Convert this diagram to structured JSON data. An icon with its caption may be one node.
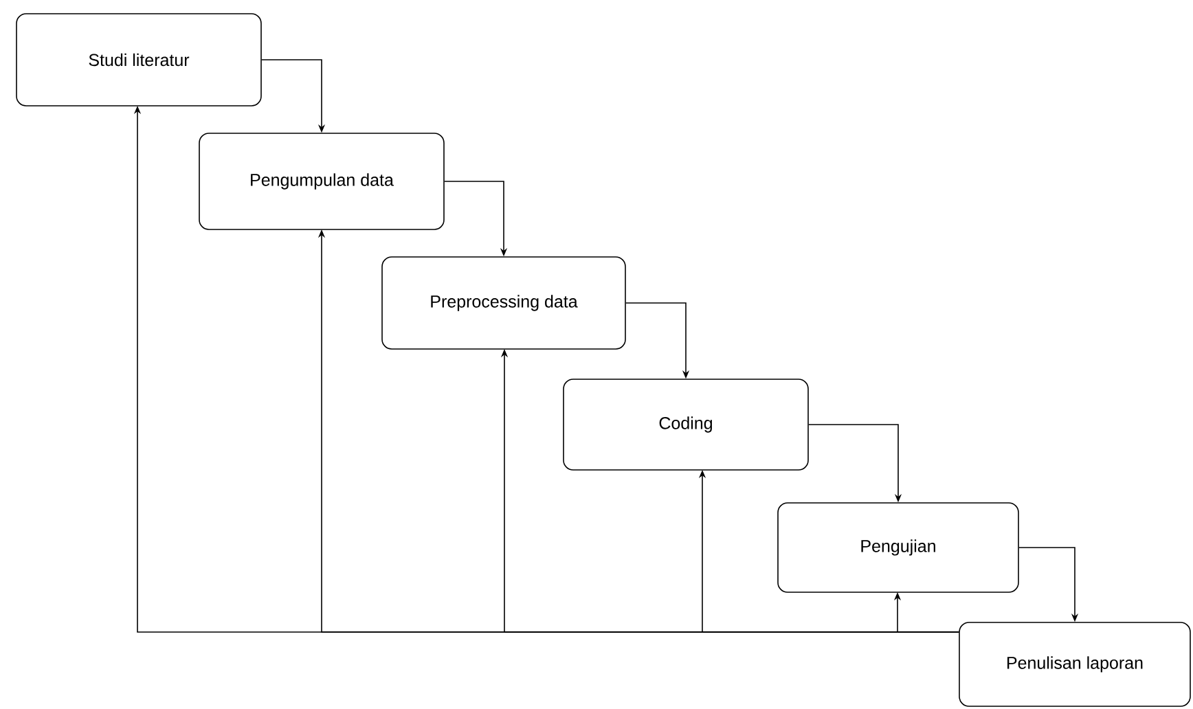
{
  "diagram": {
    "nodes": [
      {
        "text": [
          "Studi literatur"
        ]
      },
      {
        "text": [
          "Pengumpulan data"
        ]
      },
      {
        "text": [
          "Preprocessing data"
        ]
      },
      {
        "text": [
          "Coding"
        ]
      },
      {
        "text": [
          "Pengujian"
        ]
      },
      {
        "text": [
          "Penulisan laporan"
        ]
      }
    ],
    "edges": [
      {
        "from": 0,
        "to": 1,
        "arrow": "to"
      },
      {
        "from": 1,
        "to": 2,
        "arrow": "to"
      },
      {
        "from": 2,
        "to": 3,
        "arrow": "to"
      },
      {
        "from": 3,
        "to": 4,
        "arrow": "to"
      },
      {
        "from": 4,
        "to": 5,
        "arrow": "to"
      },
      {
        "from": 5,
        "to": 0,
        "arrow": "to"
      },
      {
        "from": 5,
        "to": 1,
        "arrow": "to"
      },
      {
        "from": 5,
        "to": 2,
        "arrow": "to"
      },
      {
        "from": 5,
        "to": 3,
        "arrow": "to"
      },
      {
        "from": 5,
        "to": 4,
        "arrow": "to"
      }
    ]
  }
}
